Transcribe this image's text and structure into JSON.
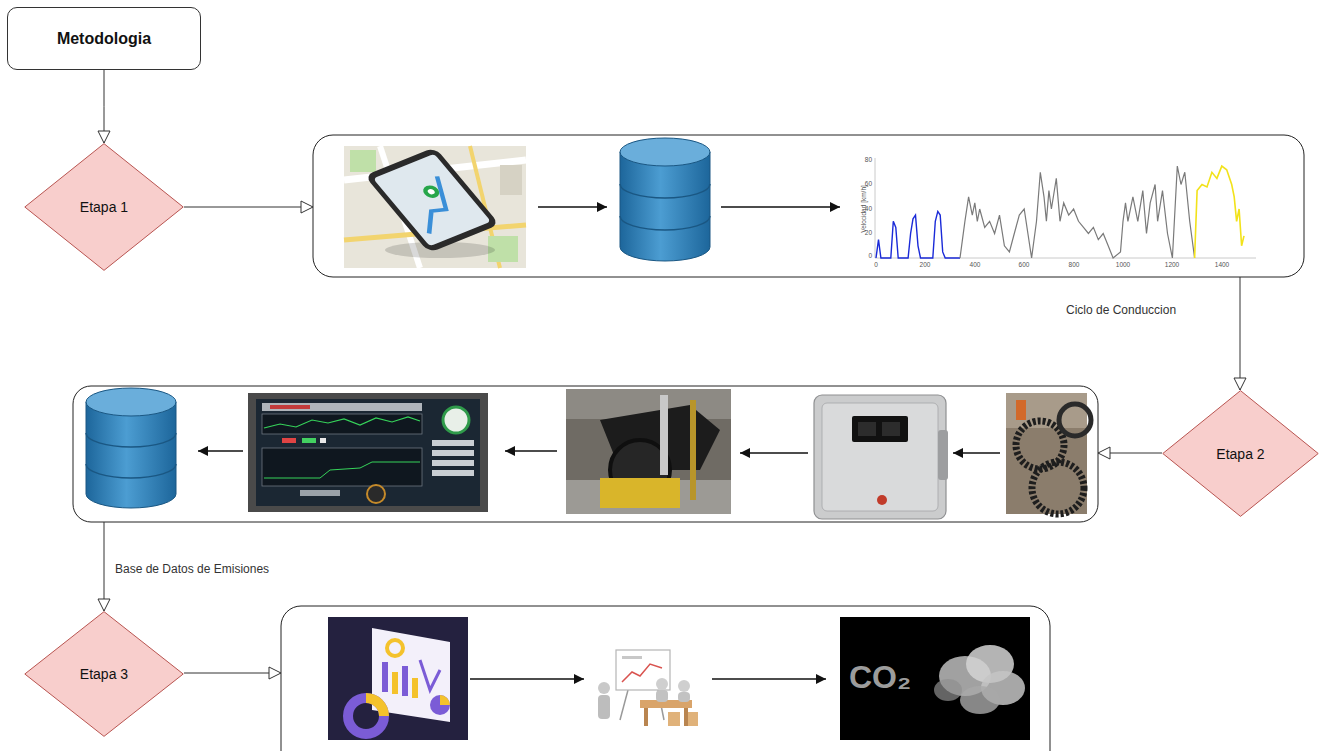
{
  "diagram": {
    "nodes": [
      {
        "text": [
          "Metodologia"
        ]
      },
      {
        "text": [
          "Etapa 1"
        ]
      },
      {
        "text": [
          "Etapa 2"
        ]
      },
      {
        "text": [
          "Etapa 3"
        ]
      }
    ],
    "edges": [
      {
        "from": 0,
        "to": 1,
        "arrow": "to"
      }
    ],
    "labels": [
      "Ciclo de Conduccion",
      "Base de Datos de Emisiones",
      "Velocidad [km/h]",
      "80",
      "60",
      "40",
      "20",
      "0",
      "0",
      "200",
      "400",
      "600",
      "800",
      "1000",
      "1200",
      "1400",
      "CO₂"
    ]
  }
}
